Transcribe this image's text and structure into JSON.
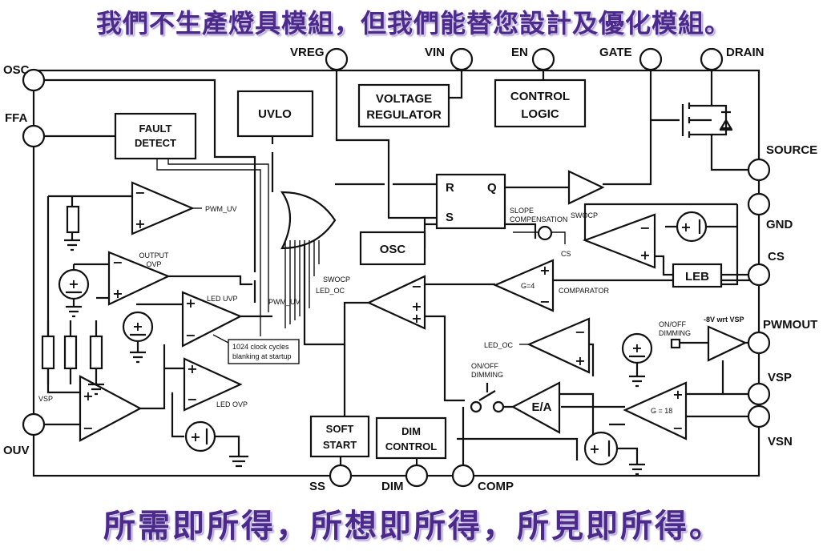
{
  "banners": {
    "top": "我們不生產燈具模組，但我們能替您設計及優化模組。",
    "bottom": "所需即所得，所想即所得，所見即所得。"
  },
  "pins": {
    "osc": "OSC",
    "ffa": "FFA",
    "ouv": "OUV",
    "vreg": "VREG",
    "vin": "VIN",
    "en": "EN",
    "gate": "GATE",
    "drain": "DRAIN",
    "source": "SOURCE",
    "gnd": "GND",
    "cs": "CS",
    "pwmout": "PWMOUT",
    "vsp": "VSP",
    "vsn": "VSN",
    "ss": "SS",
    "dim": "DIM",
    "comp": "COMP"
  },
  "blocks": {
    "uvlo": "UVLO",
    "voltage_regulator": [
      "VOLTAGE",
      "REGULATOR"
    ],
    "control_logic": [
      "CONTROL",
      "LOGIC"
    ],
    "fault_detect": [
      "FAULT",
      "DETECT"
    ],
    "osc": "OSC",
    "leb": "LEB",
    "soft_start": [
      "SOFT",
      "START"
    ],
    "dim_control": [
      "DIM",
      "CONTROL"
    ],
    "ea": "E/A"
  },
  "latch": {
    "r": "R",
    "s": "S",
    "q": "Q"
  },
  "labels": {
    "pwm_uv": "PWM_UV",
    "output_ovp": [
      "OUTPUT",
      "OVP"
    ],
    "led_uvp": "LED UVP",
    "led_ovp": "LED OVP",
    "blanking": [
      "1024 clock cycles",
      "blanking at startup"
    ],
    "swocp_gate": "SWOCP",
    "led_oc_gate": "LED_OC",
    "pwm_uv_gate": "PWM_UV",
    "slope": [
      "SLOPE",
      "COMPENSATION"
    ],
    "swocp_cmp": "SWOCP",
    "cs_small": "CS",
    "g4": "G=4",
    "comparator": "COMPARATOR",
    "led_oc": "LED_OC",
    "onoff_dimming_sw": [
      "ON/OFF",
      "DIMMING"
    ],
    "onoff_dimming_buf": [
      "ON/OFF",
      "DIMMING"
    ],
    "minus8v": "-8V wrt VSP",
    "g18": "G = 18",
    "vsp_small": "VSP"
  }
}
